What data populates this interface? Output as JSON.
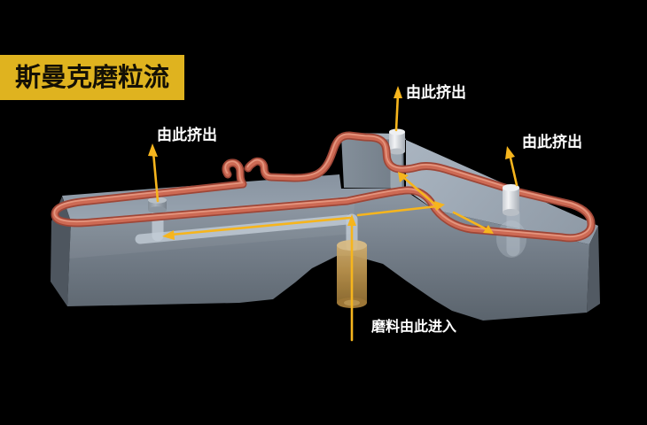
{
  "title": {
    "text": "斯曼克磨粒流",
    "bg_color": "#dfb31f",
    "text_color": "#141005"
  },
  "labels": {
    "outlet_left": "由此挤出",
    "outlet_top": "由此挤出",
    "outlet_right": "由此挤出",
    "inlet": "磨料由此进入"
  },
  "colors": {
    "background": "#000000",
    "arrow": "#f6b51d",
    "tube_mid": "#cd6a54",
    "tube_dark": "#9e4637",
    "tube_highlight": "#e89c86",
    "body_top_face": "#98a4b0",
    "body_front_face": "#79828d",
    "body_dark_face": "#525a63",
    "internal_channel": "#c3cdd7",
    "inlet_cylinder": "#b98f45",
    "port_cylinder": "#eceef0",
    "label_text": "#ffffff"
  }
}
